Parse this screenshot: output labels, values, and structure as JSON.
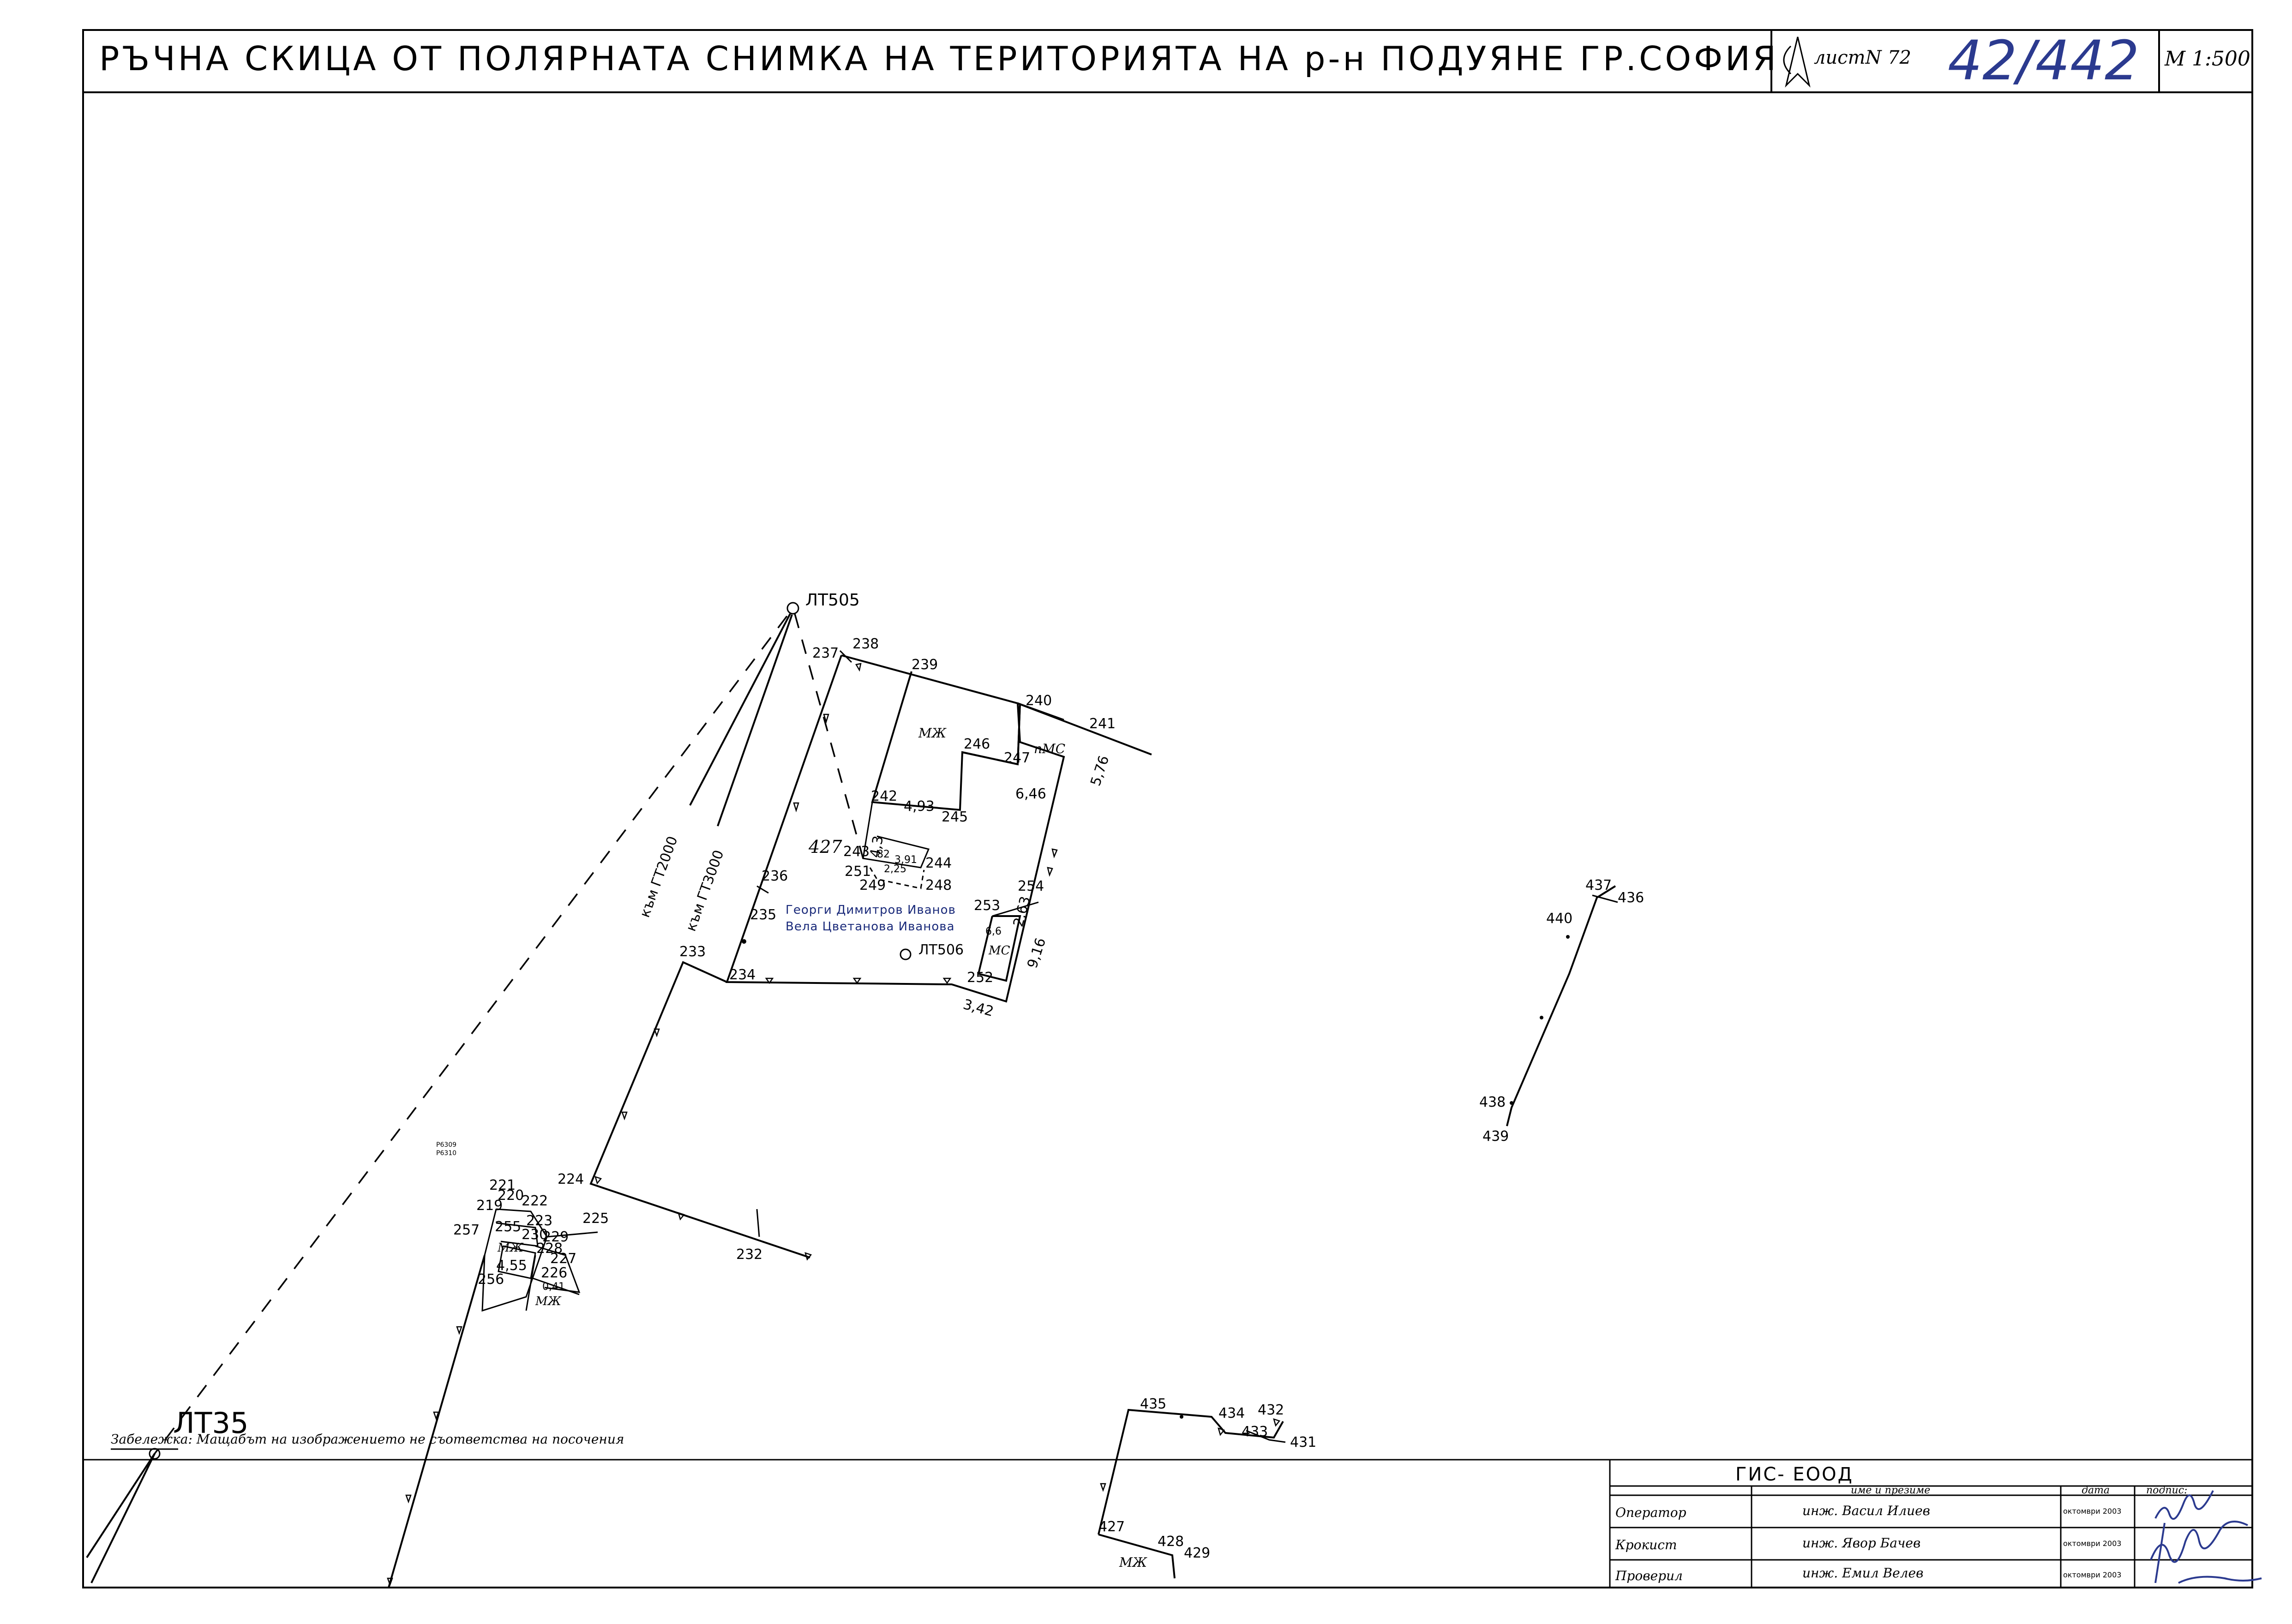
{
  "header": {
    "title": "РЪЧНА СКИЦА ОТ ПОЛЯРНАТА СНИМКА НА ТЕРИТОРИЯТА НА р-н ПОДУЯНЕ ГР.СОФИЯ",
    "sheet_label": "листN",
    "sheet_number": "72",
    "handwritten_number": "42/442",
    "scale": "М 1:500"
  },
  "stations": {
    "lt505": "ЛТ505",
    "lt506": "ЛТ506",
    "lt35": "ЛТ35",
    "to_gt2000": "към ГТ2000",
    "to_gt3000": "към ГТ3000",
    "small_ref_1": "Р6309",
    "small_ref_2": "Р6310"
  },
  "parcel": {
    "number": "427",
    "owner_1": "Георги Димитров Иванов",
    "owner_2": "Вела Цветанова Иванова"
  },
  "building_labels": {
    "mzh_1": "МЖ",
    "nmc": "пМС",
    "mc": "МС",
    "mzh_2": "МЖ",
    "mzh_3": "МЖ",
    "mzh_4": "МЖ"
  },
  "dimensions": {
    "d576": "5,76",
    "d646": "6,46",
    "d493": "4,93",
    "d43": "4,3",
    "d82": "82",
    "d391": "3,91",
    "d225": "2,25",
    "d263": "2,63",
    "d66": "6,6",
    "d916": "9,16",
    "d342": "3,42",
    "d455": "4,55",
    "d041": "0,41"
  },
  "points": {
    "p237": "237",
    "p238": "238",
    "p239": "239",
    "p240": "240",
    "p241": "241",
    "p246": "246",
    "p247": "247",
    "p242": "242",
    "p245": "245",
    "p243": "243",
    "p244": "244",
    "p251": "251",
    "p248": "248",
    "p249": "249",
    "p236": "236",
    "p235": "235",
    "p233": "233",
    "p234": "234",
    "p253": "253",
    "p254": "254",
    "p252": "252",
    "p224": "224",
    "p225": "225",
    "p232": "232",
    "p221": "221",
    "p220": "220",
    "p222": "222",
    "p219": "219",
    "p257": "257",
    "p255": "255",
    "p223": "223",
    "p230": "230",
    "p229": "229",
    "p228": "228",
    "p227": "227",
    "p226": "226",
    "p256": "256",
    "p437": "437",
    "p436": "436",
    "p440": "440",
    "p438": "438",
    "p439": "439",
    "p435": "435",
    "p434": "434",
    "p432": "432",
    "p433": "433",
    "p431": "431",
    "p427": "427",
    "p428": "428",
    "p429": "429"
  },
  "note": "Забележка: Мащабът на изображението не съответства на посочения",
  "titleblock": {
    "company": "ГИС- ЕООД",
    "col_name": "име и презиме",
    "col_date": "дата",
    "col_sign": "подпис:",
    "rows": [
      {
        "role": "Оператор",
        "name": "инж. Васил Илиев",
        "date": "октомври 2003"
      },
      {
        "role": "Крокист",
        "name": "инж. Явор Бачев",
        "date": "октомври 2003"
      },
      {
        "role": "Проверил",
        "name": "инж. Емил Велев",
        "date": "октомври 2003"
      }
    ]
  },
  "colors": {
    "ink": "#000000",
    "owner_ink": "#1a2a7a",
    "handwriting": "#2b3a8f",
    "paper": "#ffffff"
  }
}
